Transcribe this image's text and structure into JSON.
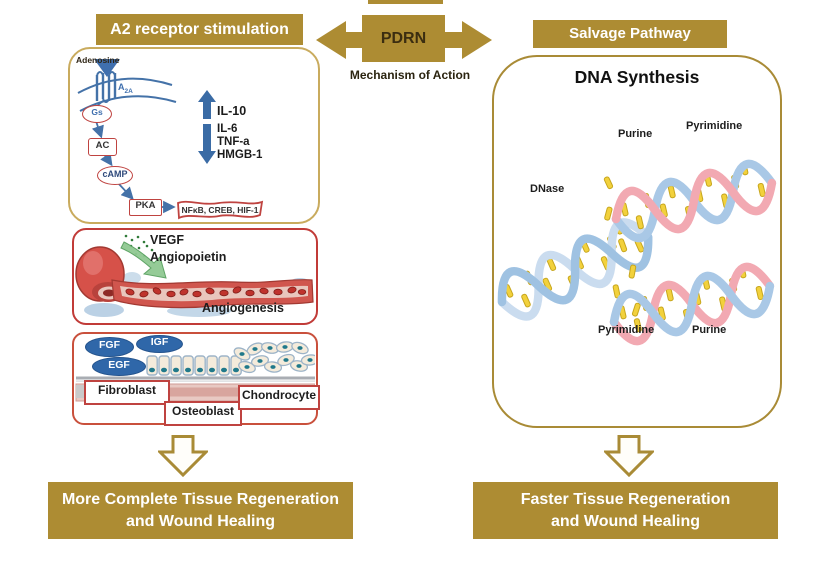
{
  "title_block": {
    "pdrn": "PDRN",
    "subtitle": "Mechanism of Action"
  },
  "left_pathway": {
    "header": "A2 receptor stimulation",
    "signaling": {
      "adenosine_label": "Adenosine",
      "receptor_base": "A",
      "receptor_sub": "2A",
      "gs_label": "Gs",
      "ac_label": "AC",
      "camp_label": "cAMP",
      "pka_label": "PKA",
      "effectors_banner": "NFκB, CREB, HIF-1",
      "upregulated_label": "IL-10",
      "downregulated_labels": [
        "IL-6",
        "TNF-a",
        "HMGB-1"
      ]
    },
    "angiogenesis_panel": {
      "factor_1": "VEGF",
      "factor_2": "Angiopoietin",
      "caption": "Angiogenesis"
    },
    "growth_panel": {
      "factors": [
        "FGF",
        "IGF",
        "EGF"
      ],
      "cell_types": [
        "Fibroblast",
        "Osteoblast",
        "Chondrocyte"
      ]
    },
    "outcome": {
      "line1": "More Complete Tissue Regeneration",
      "line2": "and Wound Healing"
    }
  },
  "right_pathway": {
    "header": "Salvage Pathway",
    "title": "DNA Synthesis",
    "labels": {
      "purine_top": "Purine",
      "pyrimidine_top": "Pyrimidine",
      "dnase": "DNase",
      "pyrimidine_bottom": "Pyrimidine",
      "purine_bottom": "Purine"
    },
    "outcome": {
      "line1": "Faster Tissue Regeneration",
      "line2": "and Wound Healing"
    }
  },
  "colors": {
    "gold": "#ad8c33",
    "arrow_blue": "#3a6ba5",
    "outline_red": "#bf4340",
    "pathway_blue": "#4472a8"
  }
}
